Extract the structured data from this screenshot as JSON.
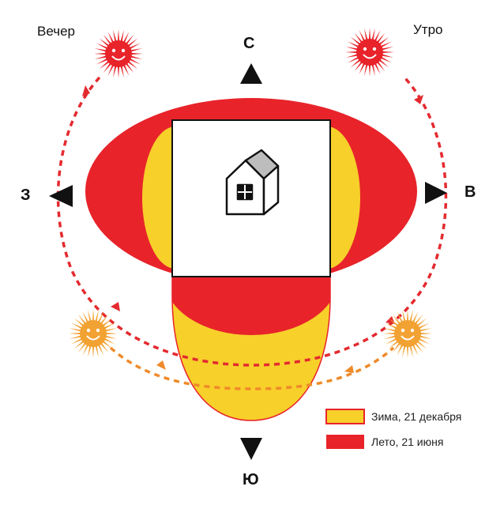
{
  "labels": {
    "evening": "Вечер",
    "morning": "Утро"
  },
  "compass": {
    "north": "С",
    "south": "Ю",
    "east": "В",
    "west": "З"
  },
  "legend": [
    {
      "label": "Зима, 21 декабря",
      "color": "#f7d02a"
    },
    {
      "label": "Лето, 21 июня",
      "color": "#e8232a"
    }
  ],
  "colors": {
    "summer": "#e8232a",
    "winter": "#f7d02a",
    "summer_path": "#e32a2f",
    "winter_path": "#ef8a2a",
    "sun_summer": "#e8232a",
    "sun_winter": "#f2a233"
  },
  "icons": [
    "house-icon",
    "sun-icon",
    "arrow-icon"
  ]
}
